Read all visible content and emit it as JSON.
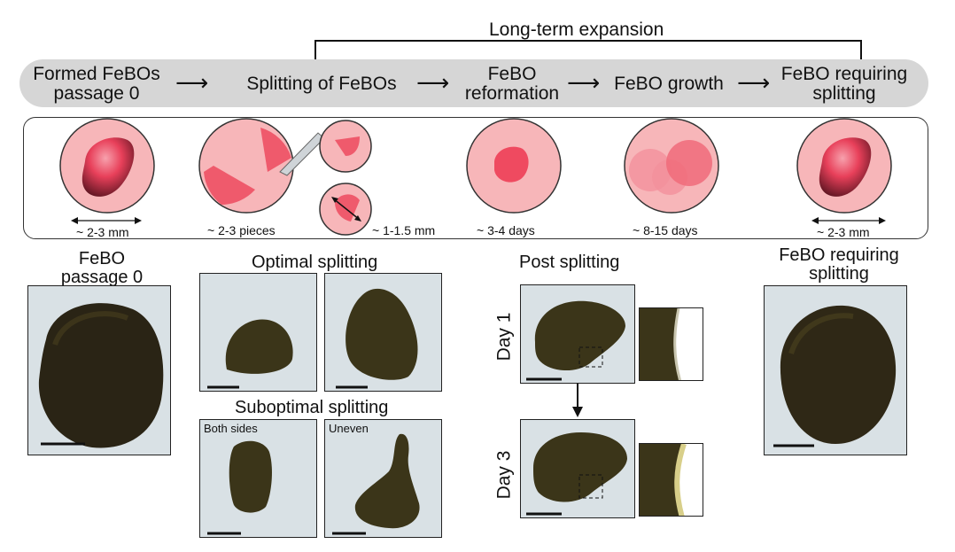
{
  "workflow": {
    "loop_label": "Long-term expansion",
    "steps": [
      "Formed FeBOs\npassage 0",
      "Splitting of FeBOs",
      "FeBO\nreformation",
      "FeBO growth",
      "FeBO requiring\nsplitting"
    ]
  },
  "schematic": {
    "labels": {
      "size_start": "~ 2-3 mm",
      "pieces": "~ 2-3 pieces",
      "piece_size": "~ 1-1.5 mm",
      "reform_days": "~ 3-4 days",
      "growth_days": "~ 8-15 days",
      "size_end": "~ 2-3 mm"
    }
  },
  "panels": {
    "passage0": {
      "title": "FeBO\npassage 0"
    },
    "optimal": {
      "title": "Optimal splitting"
    },
    "suboptimal": {
      "title": "Suboptimal splitting",
      "left_tag": "Both sides",
      "right_tag": "Uneven"
    },
    "post": {
      "title": "Post splitting",
      "day1": "Day 1",
      "day3": "Day 3"
    },
    "requiring": {
      "title": "FeBO requiring\nsplitting"
    }
  },
  "colors": {
    "dish_fill": "#f7b6b9",
    "tissue": "#e8405a",
    "step_bar": "#d6d6d6",
    "organoid_dark": "#2a2415"
  }
}
